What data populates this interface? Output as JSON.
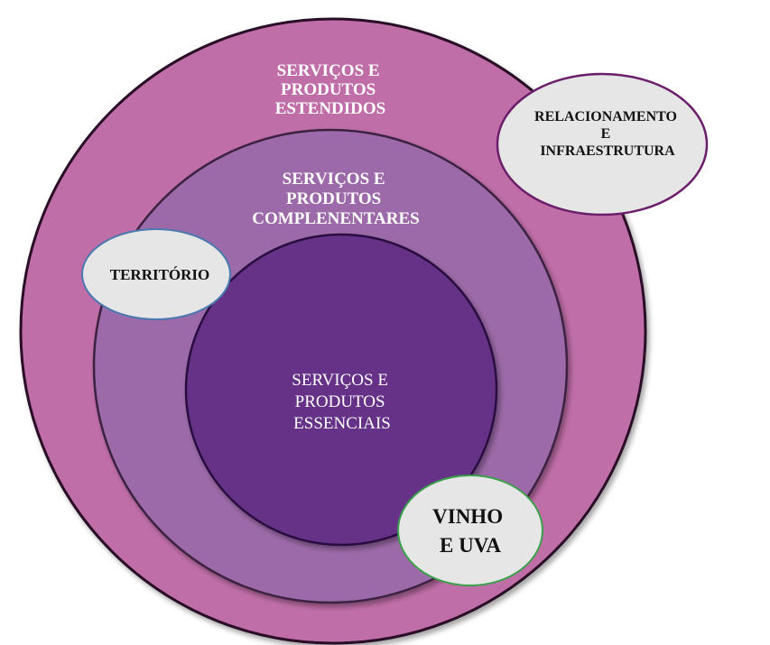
{
  "diagram": {
    "rings": {
      "outer": {
        "lines": [
          "SERVIÇOS E",
          "PRODUTOS",
          "ESTENDIDOS"
        ],
        "fill": "#c06ea8",
        "stroke": "#2a1028"
      },
      "middle": {
        "lines": [
          "SERVIÇOS E",
          "PRODUTOS",
          "COMPLENENTARES"
        ],
        "fill": "#9c6aa8",
        "stroke": "#3a2040"
      },
      "core": {
        "lines": [
          "SERVIÇOS E",
          "PRODUTOS",
          "ESSENCIAIS"
        ],
        "fill": "#663388",
        "stroke": "#2a1040"
      }
    },
    "bubbles": {
      "relacionamento": {
        "lines": [
          "RELACIONAMENTO",
          "E",
          "INFRAESTRUTURA"
        ],
        "fill": "#e6e6e6",
        "border": "#6b1f6b"
      },
      "territorio": {
        "lines": [
          "TERRITÓRIO"
        ],
        "fill": "#e6e6e6",
        "border": "#4a78b0"
      },
      "vinho": {
        "lines": [
          "VINHO",
          "E UVA"
        ],
        "fill": "#e6e6e6",
        "border": "#3aa04a"
      }
    }
  }
}
